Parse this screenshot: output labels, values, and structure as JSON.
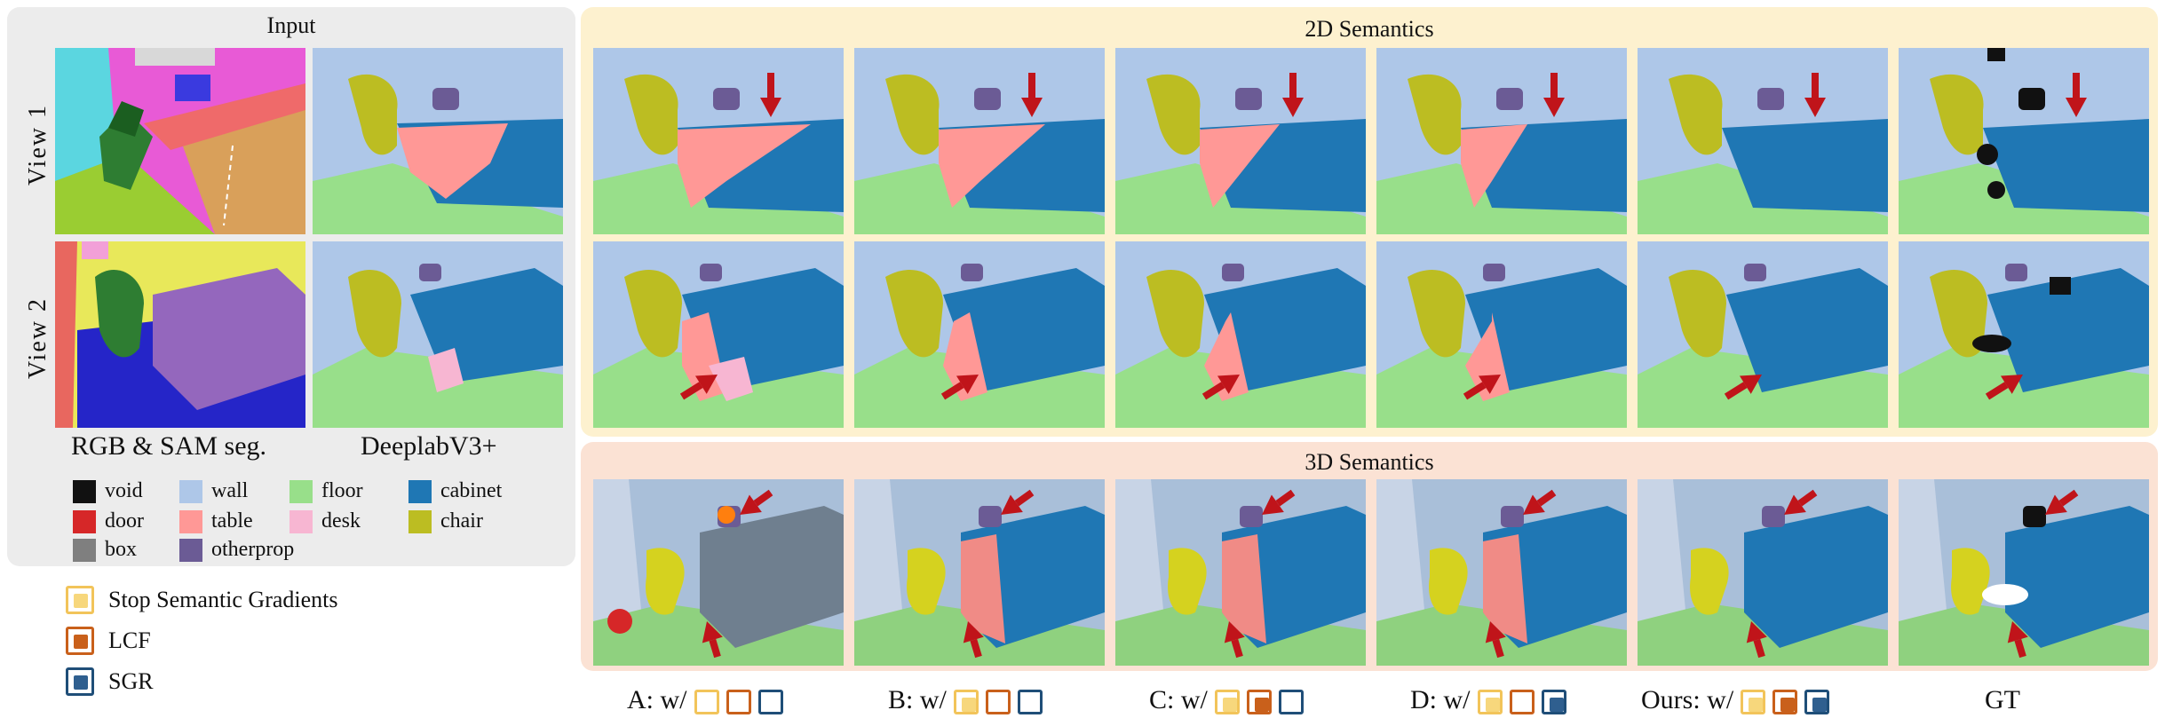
{
  "panels": {
    "input_title": "Input",
    "semantics_2d_title": "2D Semantics",
    "semantics_3d_title": "3D Semantics"
  },
  "view_labels": [
    "View 1",
    "View 2"
  ],
  "input_captions": [
    "RGB & SAM seg.",
    "DeeplabV3+"
  ],
  "legend": [
    {
      "label": "void",
      "color": "#111111"
    },
    {
      "label": "wall",
      "color": "#aec7e8"
    },
    {
      "label": "floor",
      "color": "#98df8a"
    },
    {
      "label": "cabinet",
      "color": "#1f77b4"
    },
    {
      "label": "door",
      "color": "#d62728"
    },
    {
      "label": "table",
      "color": "#ff9896"
    },
    {
      "label": "desk",
      "color": "#f7b6d2"
    },
    {
      "label": "chair",
      "color": "#bcbd22"
    },
    {
      "label": "box",
      "color": "#7f7f7f"
    },
    {
      "label": "otherprop",
      "color": "#6b5b95"
    }
  ],
  "component_legend": [
    {
      "label": "Stop Semantic Gradients",
      "style": "yellow"
    },
    {
      "label": "LCF",
      "style": "orange"
    },
    {
      "label": "SGR",
      "style": "blue"
    }
  ],
  "columns": [
    {
      "label": "A: w/",
      "boxes": [
        false,
        false,
        false
      ]
    },
    {
      "label": "B: w/",
      "boxes": [
        true,
        false,
        false
      ]
    },
    {
      "label": "C: w/",
      "boxes": [
        true,
        true,
        false
      ]
    },
    {
      "label": "D: w/",
      "boxes": [
        true,
        false,
        true
      ]
    },
    {
      "label": "Ours: w/",
      "boxes": [
        true,
        true,
        true
      ]
    },
    {
      "label": "GT",
      "boxes": []
    }
  ],
  "colors": {
    "input_panel_bg": "#ececec",
    "panel_2d_bg": "#fdf1cf",
    "panel_3d_bg": "#fbe2d4",
    "arrow": "#c0141a"
  }
}
